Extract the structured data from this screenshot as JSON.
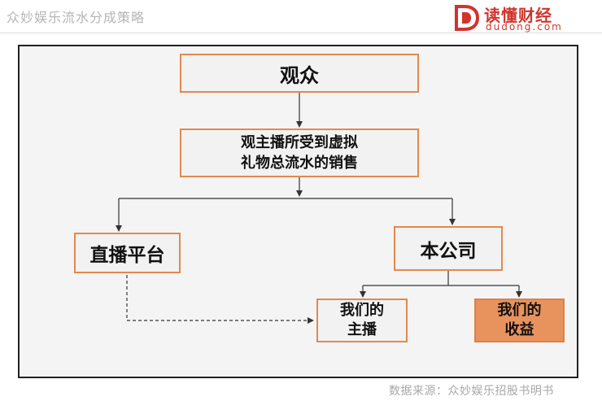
{
  "header": {
    "title": "众妙娱乐流水分成策略",
    "logo_name": "读懂财经",
    "logo_domain": "dudong.com"
  },
  "flowchart": {
    "viewers": "观众",
    "gift_sales_line1": "观主播所受到虚拟",
    "gift_sales_line2": "礼物总流水的销售",
    "platform": "直播平台",
    "company": "本公司",
    "our_anchors_line1": "我们的",
    "our_anchors_line2": "主播",
    "our_revenue_line1": "我们的",
    "our_revenue_line2": "收益"
  },
  "footer": {
    "source": "数据来源：众妙娱乐招股书明书"
  },
  "colors": {
    "node_border": "#e2894f",
    "node_fill": "#f2f2f2",
    "highlight_fill": "#e8925e",
    "brand_red": "#d0342c"
  }
}
